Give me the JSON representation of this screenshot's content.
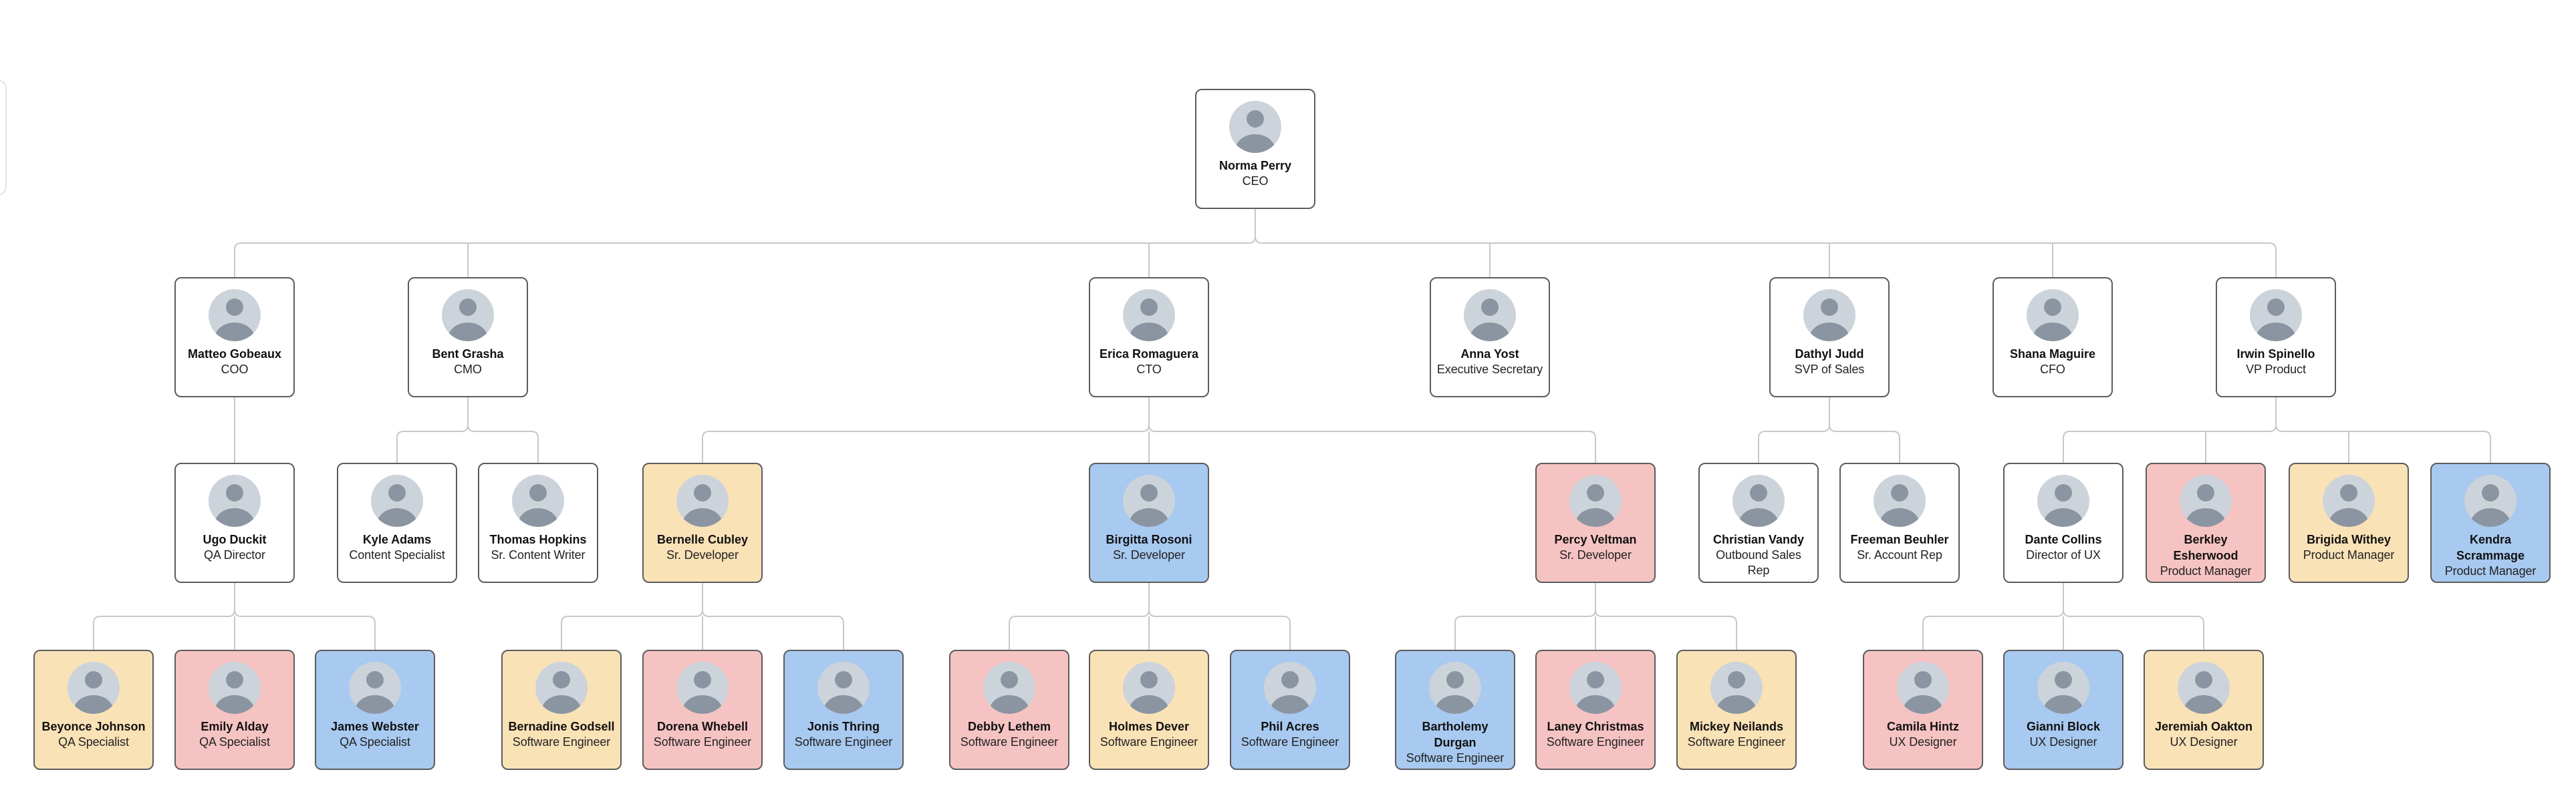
{
  "palette": {
    "node_white": "#ffffff",
    "node_yellow": "#fae2b7",
    "node_pink": "#f6c3c3",
    "node_blue": "#a8c9f0",
    "node_border": "#5c5c5c",
    "connector": "#c8c8c8",
    "canvas_background": "#ffffff"
  },
  "icons": {
    "avatar_icon": "person-silhouette"
  },
  "nodes": {
    "norma-perry": {
      "name": "Norma Perry",
      "role": "CEO",
      "color": "white",
      "reports_to": null
    },
    "matteo-gobeaux": {
      "name": "Matteo Gobeaux",
      "role": "COO",
      "color": "white",
      "reports_to": "norma-perry"
    },
    "bent-grasha": {
      "name": "Bent Grasha",
      "role": "CMO",
      "color": "white",
      "reports_to": "norma-perry"
    },
    "erica-romaguera": {
      "name": "Erica Romaguera",
      "role": "CTO",
      "color": "white",
      "reports_to": "norma-perry"
    },
    "anna-yost": {
      "name": "Anna Yost",
      "role": "Executive Secretary",
      "color": "white",
      "reports_to": "norma-perry"
    },
    "dathyl-judd": {
      "name": "Dathyl Judd",
      "role": "SVP of Sales",
      "color": "white",
      "reports_to": "norma-perry"
    },
    "shana-maguire": {
      "name": "Shana Maguire",
      "role": "CFO",
      "color": "white",
      "reports_to": "norma-perry"
    },
    "irwin-spinello": {
      "name": "Irwin Spinello",
      "role": "VP Product",
      "color": "white",
      "reports_to": "norma-perry"
    },
    "ugo-duckit": {
      "name": "Ugo Duckit",
      "role": "QA Director",
      "color": "white",
      "reports_to": "matteo-gobeaux"
    },
    "kyle-adams": {
      "name": "Kyle Adams",
      "role": "Content Specialist",
      "color": "white",
      "reports_to": "bent-grasha"
    },
    "thomas-hopkins": {
      "name": "Thomas Hopkins",
      "role": "Sr. Content Writer",
      "color": "white",
      "reports_to": "bent-grasha"
    },
    "bernelle-cubley": {
      "name": "Bernelle Cubley",
      "role": "Sr. Developer",
      "color": "yellow",
      "reports_to": "erica-romaguera"
    },
    "birgitta-rosoni": {
      "name": "Birgitta Rosoni",
      "role": "Sr. Developer",
      "color": "blue",
      "reports_to": "erica-romaguera"
    },
    "percy-veltman": {
      "name": "Percy Veltman",
      "role": "Sr. Developer",
      "color": "pink",
      "reports_to": "erica-romaguera"
    },
    "christian-vandy": {
      "name": "Christian Vandy",
      "role": "Outbound Sales Rep",
      "color": "white",
      "reports_to": "dathyl-judd"
    },
    "freeman-beuhler": {
      "name": "Freeman Beuhler",
      "role": "Sr. Account Rep",
      "color": "white",
      "reports_to": "dathyl-judd"
    },
    "dante-collins": {
      "name": "Dante Collins",
      "role": "Director of UX",
      "color": "white",
      "reports_to": "irwin-spinello"
    },
    "berkley-esherwood": {
      "name": "Berkley Esherwood",
      "role": "Product Manager",
      "color": "pink",
      "reports_to": "irwin-spinello"
    },
    "brigida-withey": {
      "name": "Brigida Withey",
      "role": "Product Manager",
      "color": "yellow",
      "reports_to": "irwin-spinello"
    },
    "kendra-scrammage": {
      "name": "Kendra Scrammage",
      "role": "Product Manager",
      "color": "blue",
      "reports_to": "irwin-spinello"
    },
    "beyonce-johnson": {
      "name": "Beyonce Johnson",
      "role": "QA Specialist",
      "color": "yellow",
      "reports_to": "ugo-duckit"
    },
    "emily-alday": {
      "name": "Emily Alday",
      "role": "QA Specialist",
      "color": "pink",
      "reports_to": "ugo-duckit"
    },
    "james-webster": {
      "name": "James Webster",
      "role": "QA Specialist",
      "color": "blue",
      "reports_to": "ugo-duckit"
    },
    "bernadine-godsell": {
      "name": "Bernadine Godsell",
      "role": "Software Engineer",
      "color": "yellow",
      "reports_to": "bernelle-cubley"
    },
    "dorena-whebell": {
      "name": "Dorena Whebell",
      "role": "Software Engineer",
      "color": "pink",
      "reports_to": "bernelle-cubley"
    },
    "jonis-thring": {
      "name": "Jonis Thring",
      "role": "Software Engineer",
      "color": "blue",
      "reports_to": "bernelle-cubley"
    },
    "debby-lethem": {
      "name": "Debby Lethem",
      "role": "Software Engineer",
      "color": "pink",
      "reports_to": "birgitta-rosoni"
    },
    "holmes-dever": {
      "name": "Holmes Dever",
      "role": "Software Engineer",
      "color": "yellow",
      "reports_to": "birgitta-rosoni"
    },
    "phil-acres": {
      "name": "Phil Acres",
      "role": "Software Engineer",
      "color": "blue",
      "reports_to": "birgitta-rosoni"
    },
    "bartholemy-durgan": {
      "name": "Bartholemy Durgan",
      "role": "Software Engineer",
      "color": "blue",
      "reports_to": "percy-veltman"
    },
    "laney-christmas": {
      "name": "Laney Christmas",
      "role": "Software Engineer",
      "color": "pink",
      "reports_to": "percy-veltman"
    },
    "mickey-neilands": {
      "name": "Mickey Neilands",
      "role": "Software Engineer",
      "color": "yellow",
      "reports_to": "percy-veltman"
    },
    "camila-hintz": {
      "name": "Camila Hintz",
      "role": "UX Designer",
      "color": "pink",
      "reports_to": "dante-collins"
    },
    "gianni-block": {
      "name": "Gianni Block",
      "role": "UX Designer",
      "color": "blue",
      "reports_to": "dante-collins"
    },
    "jeremiah-oakton": {
      "name": "Jeremiah Oakton",
      "role": "UX Designer",
      "color": "yellow",
      "reports_to": "dante-collins"
    }
  }
}
